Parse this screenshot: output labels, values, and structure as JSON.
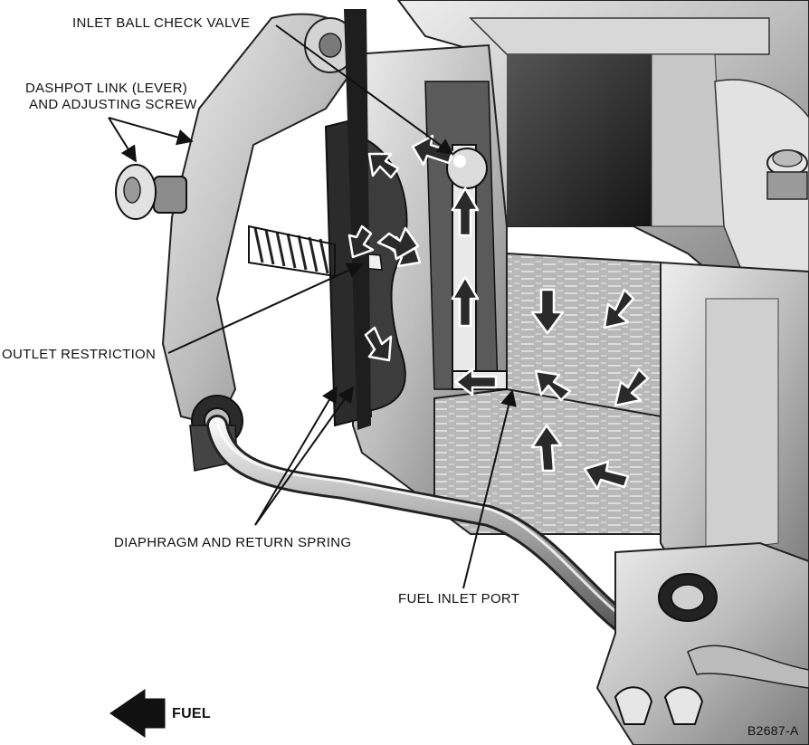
{
  "labels": {
    "inlet_ball_check_valve": "INLET BALL CHECK VALVE",
    "dashpot_line1": "DASHPOT LINK (LEVER)",
    "dashpot_line2": "AND ADJUSTING SCREW",
    "outlet_restriction": "OUTLET RESTRICTION",
    "diaphragm": "DIAPHRAGM AND RETURN SPRING",
    "fuel_inlet_port": "FUEL INLET PORT",
    "legend_fuel": "FUEL",
    "figure_code": "B2687-A"
  },
  "colors": {
    "ink": "#111111",
    "metal_light": "#d9d9d9",
    "metal_mid": "#9a9a9a",
    "metal_dark": "#3a3a3a",
    "shadow": "#1c1c1c",
    "fuel_arrow_fill": "#2a2a2a",
    "fuel_arrow_outline": "#ffffff"
  }
}
